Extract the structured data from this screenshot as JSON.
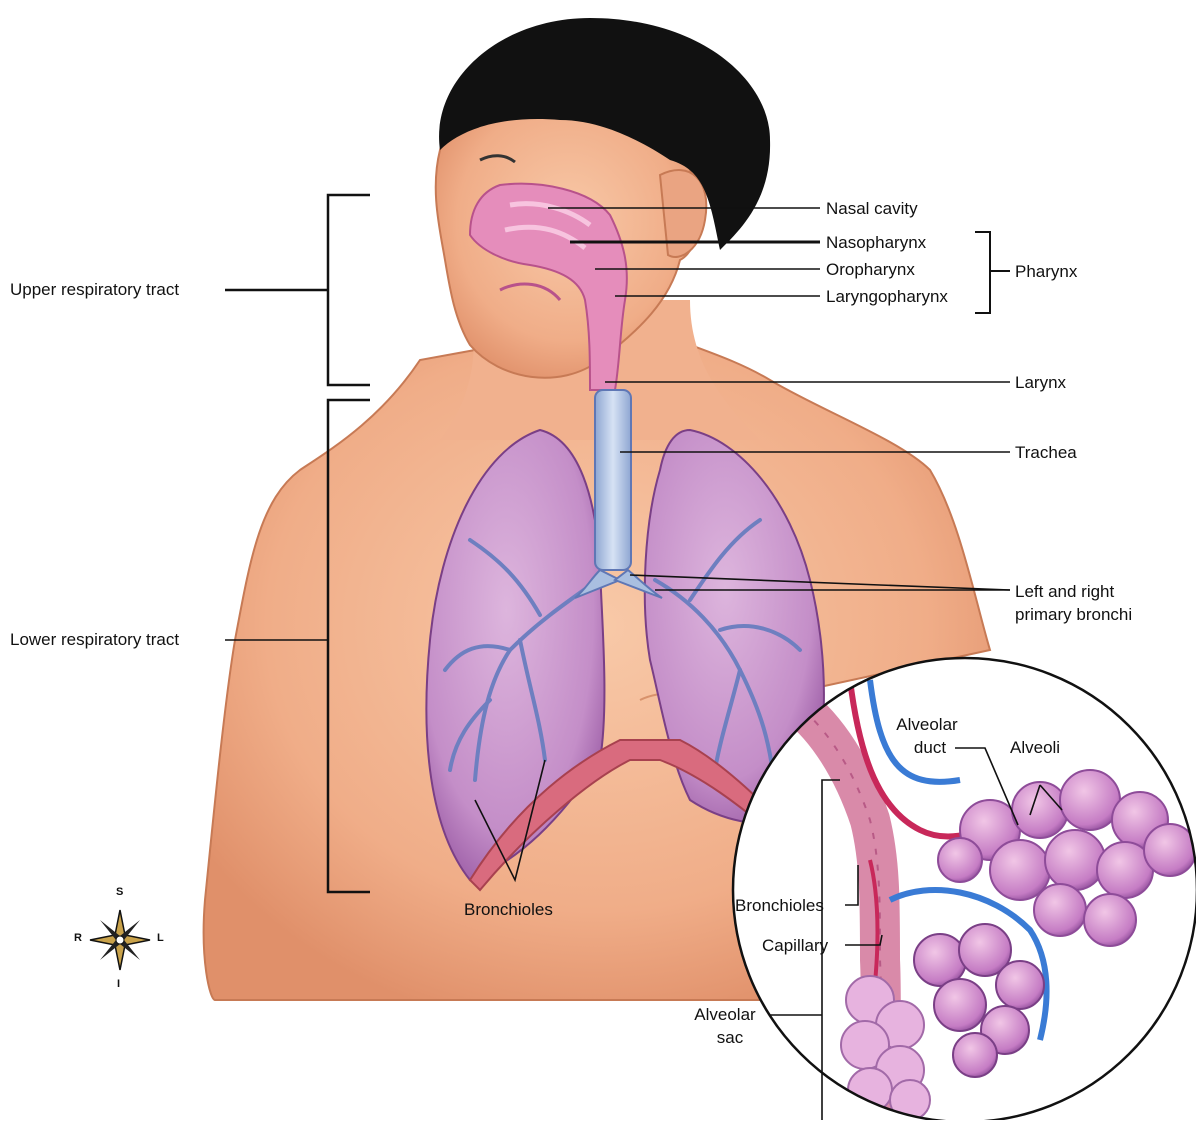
{
  "labels": {
    "upper_tract": "Upper respiratory tract",
    "lower_tract": "Lower respiratory tract",
    "nasal_cavity": "Nasal cavity",
    "nasopharynx": "Nasopharynx",
    "oropharynx": "Oropharynx",
    "laryngopharynx": "Laryngopharynx",
    "pharynx": "Pharynx",
    "larynx": "Larynx",
    "trachea": "Trachea",
    "primary_bronchi_1": "Left and right",
    "primary_bronchi_2": "primary bronchi",
    "bronchioles_main": "Bronchioles",
    "alveolar_duct_1": "Alveolar",
    "alveolar_duct_2": "duct",
    "alveoli": "Alveoli",
    "bronchioles_inset": "Bronchioles",
    "capillary": "Capillary",
    "alveolar_sac_1": "Alveolar",
    "alveolar_sac_2": "sac"
  },
  "compass": {
    "superior": "S",
    "inferior": "I",
    "right": "R",
    "left": "L"
  },
  "colors": {
    "skin": "#f2b592",
    "skin_shadow": "#d98a62",
    "hair": "#111111",
    "airway_pink": "#e58dbb",
    "lung_purple": "#c592c9",
    "trachea_blue": "#a9bfe0",
    "vessel_red": "#c8285a",
    "vessel_blue": "#3a7bd5",
    "diaphragm": "#d96b7e"
  }
}
